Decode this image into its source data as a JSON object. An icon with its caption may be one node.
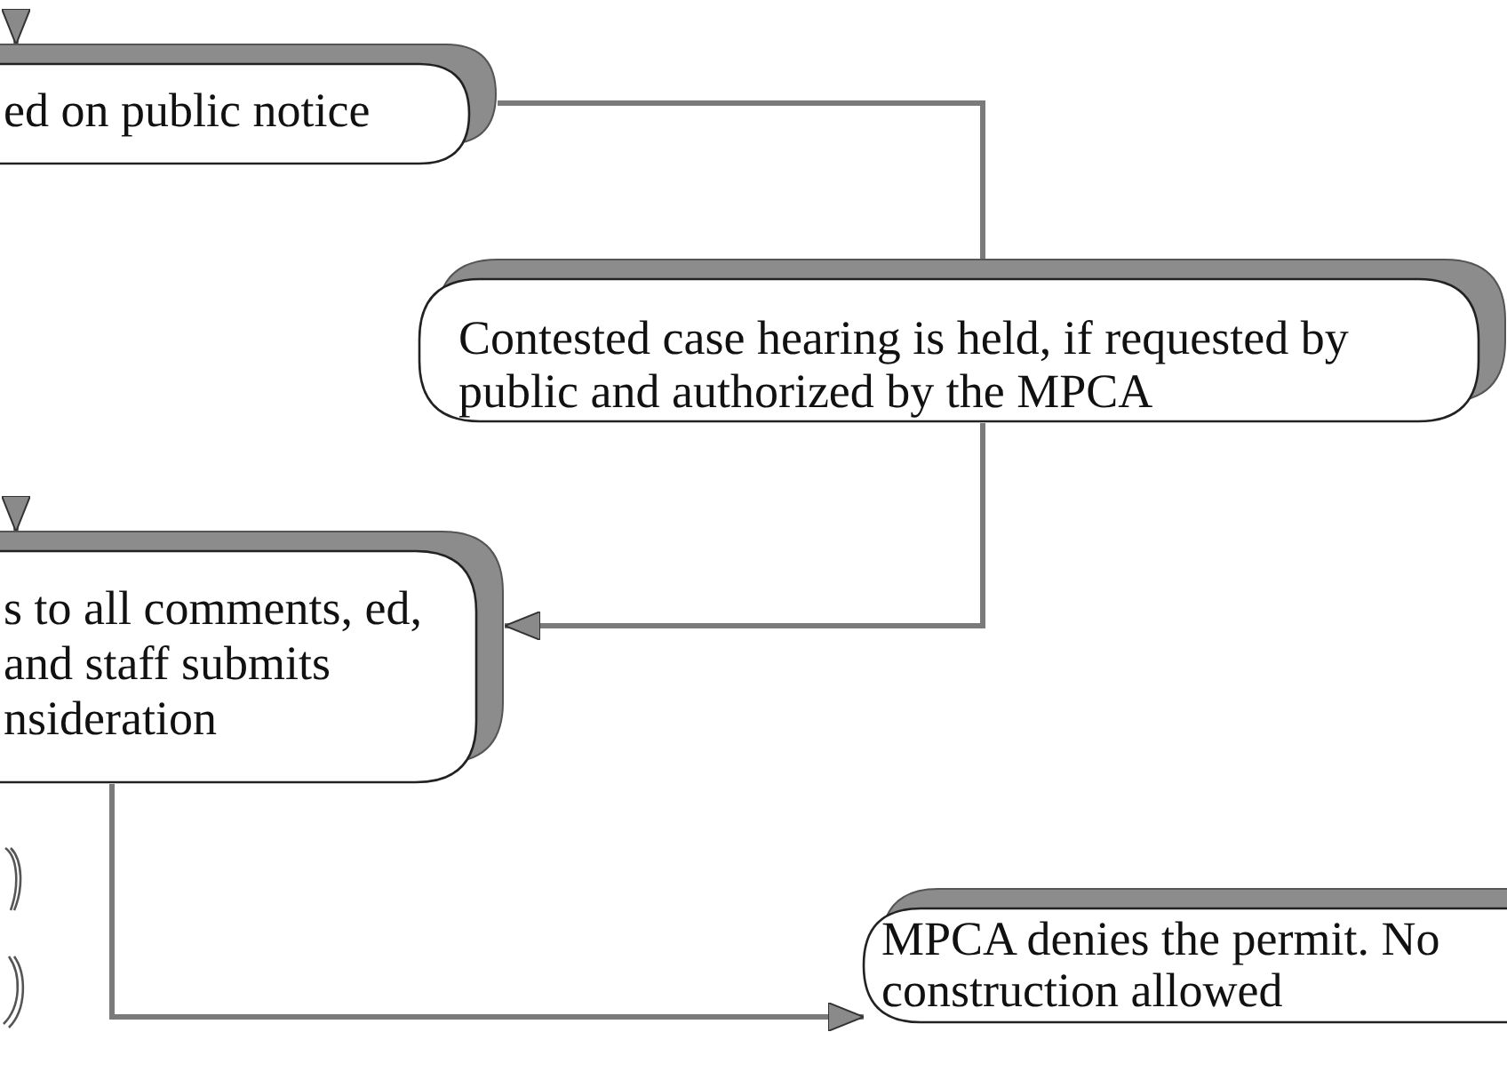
{
  "diagram": {
    "nodes": [
      {
        "text": [
          "ed on public notice"
        ]
      },
      {
        "text": [
          "Contested case hearing is held, if requested by public and authorized by the MPCA"
        ]
      },
      {
        "text": [
          "s to all comments, ed, and staff submits nsideration"
        ]
      },
      {
        "text": [
          "MPCA denies the permit. No construction allowed"
        ]
      }
    ],
    "edges": [
      {
        "from": null,
        "to": 0,
        "arrow": "to"
      },
      {
        "from": 0,
        "to": 1,
        "arrow": "none"
      },
      {
        "from": 1,
        "to": 2,
        "arrow": "to"
      },
      {
        "from": null,
        "to": 2,
        "arrow": "to"
      },
      {
        "from": 2,
        "to": 3,
        "arrow": "to"
      }
    ]
  }
}
